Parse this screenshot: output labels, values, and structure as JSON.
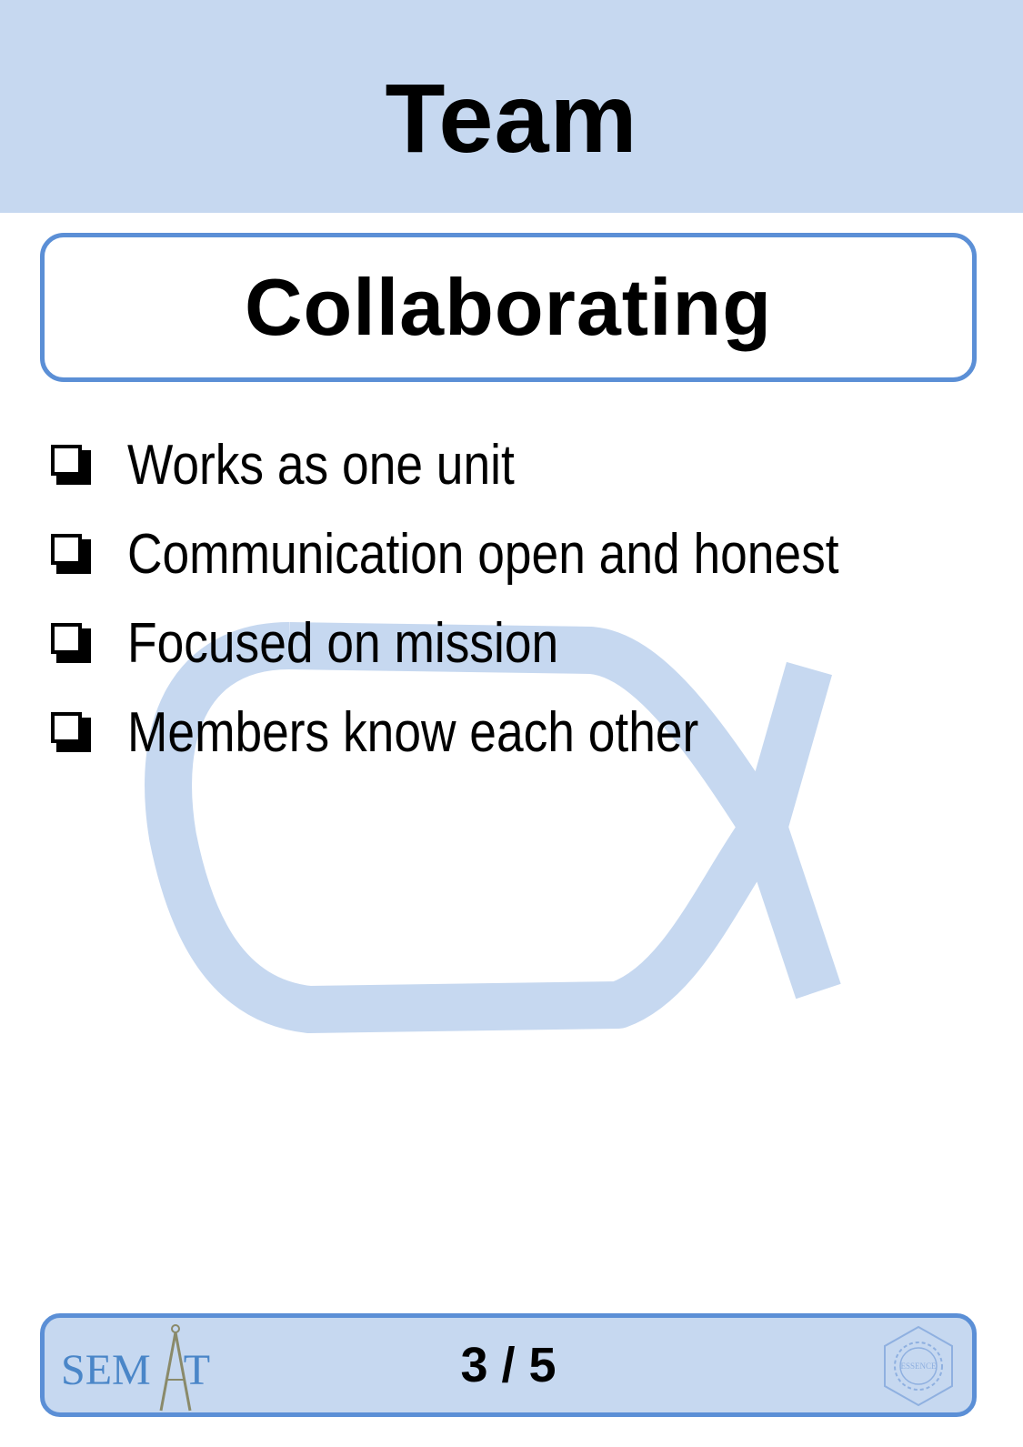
{
  "header": {
    "title": "Team"
  },
  "state": {
    "name": "Collaborating"
  },
  "checklist": {
    "items": [
      {
        "label": "Works as one unit",
        "checked": false
      },
      {
        "label": "Communication open and honest",
        "checked": false
      },
      {
        "label": "Focused on mission",
        "checked": false
      },
      {
        "label": "Members know each other",
        "checked": false
      }
    ]
  },
  "footer": {
    "logo_left": "SEMAT",
    "logo_left_prefix": "SEM",
    "logo_left_suffix": "T",
    "page": "3 / 5",
    "logo_right": "ESSENCE"
  },
  "colors": {
    "header_bg": "#c6d8f0",
    "accent_border": "#5b8fd6",
    "watermark": "#c6d8f0",
    "logo_text": "#4a86c8",
    "compass": "#8a8a6a"
  },
  "icons": {
    "checkbox": "empty-checkbox-icon",
    "watermark": "alpha-symbol-watermark",
    "compass": "compass-icon",
    "essence": "essence-gear-logo"
  }
}
